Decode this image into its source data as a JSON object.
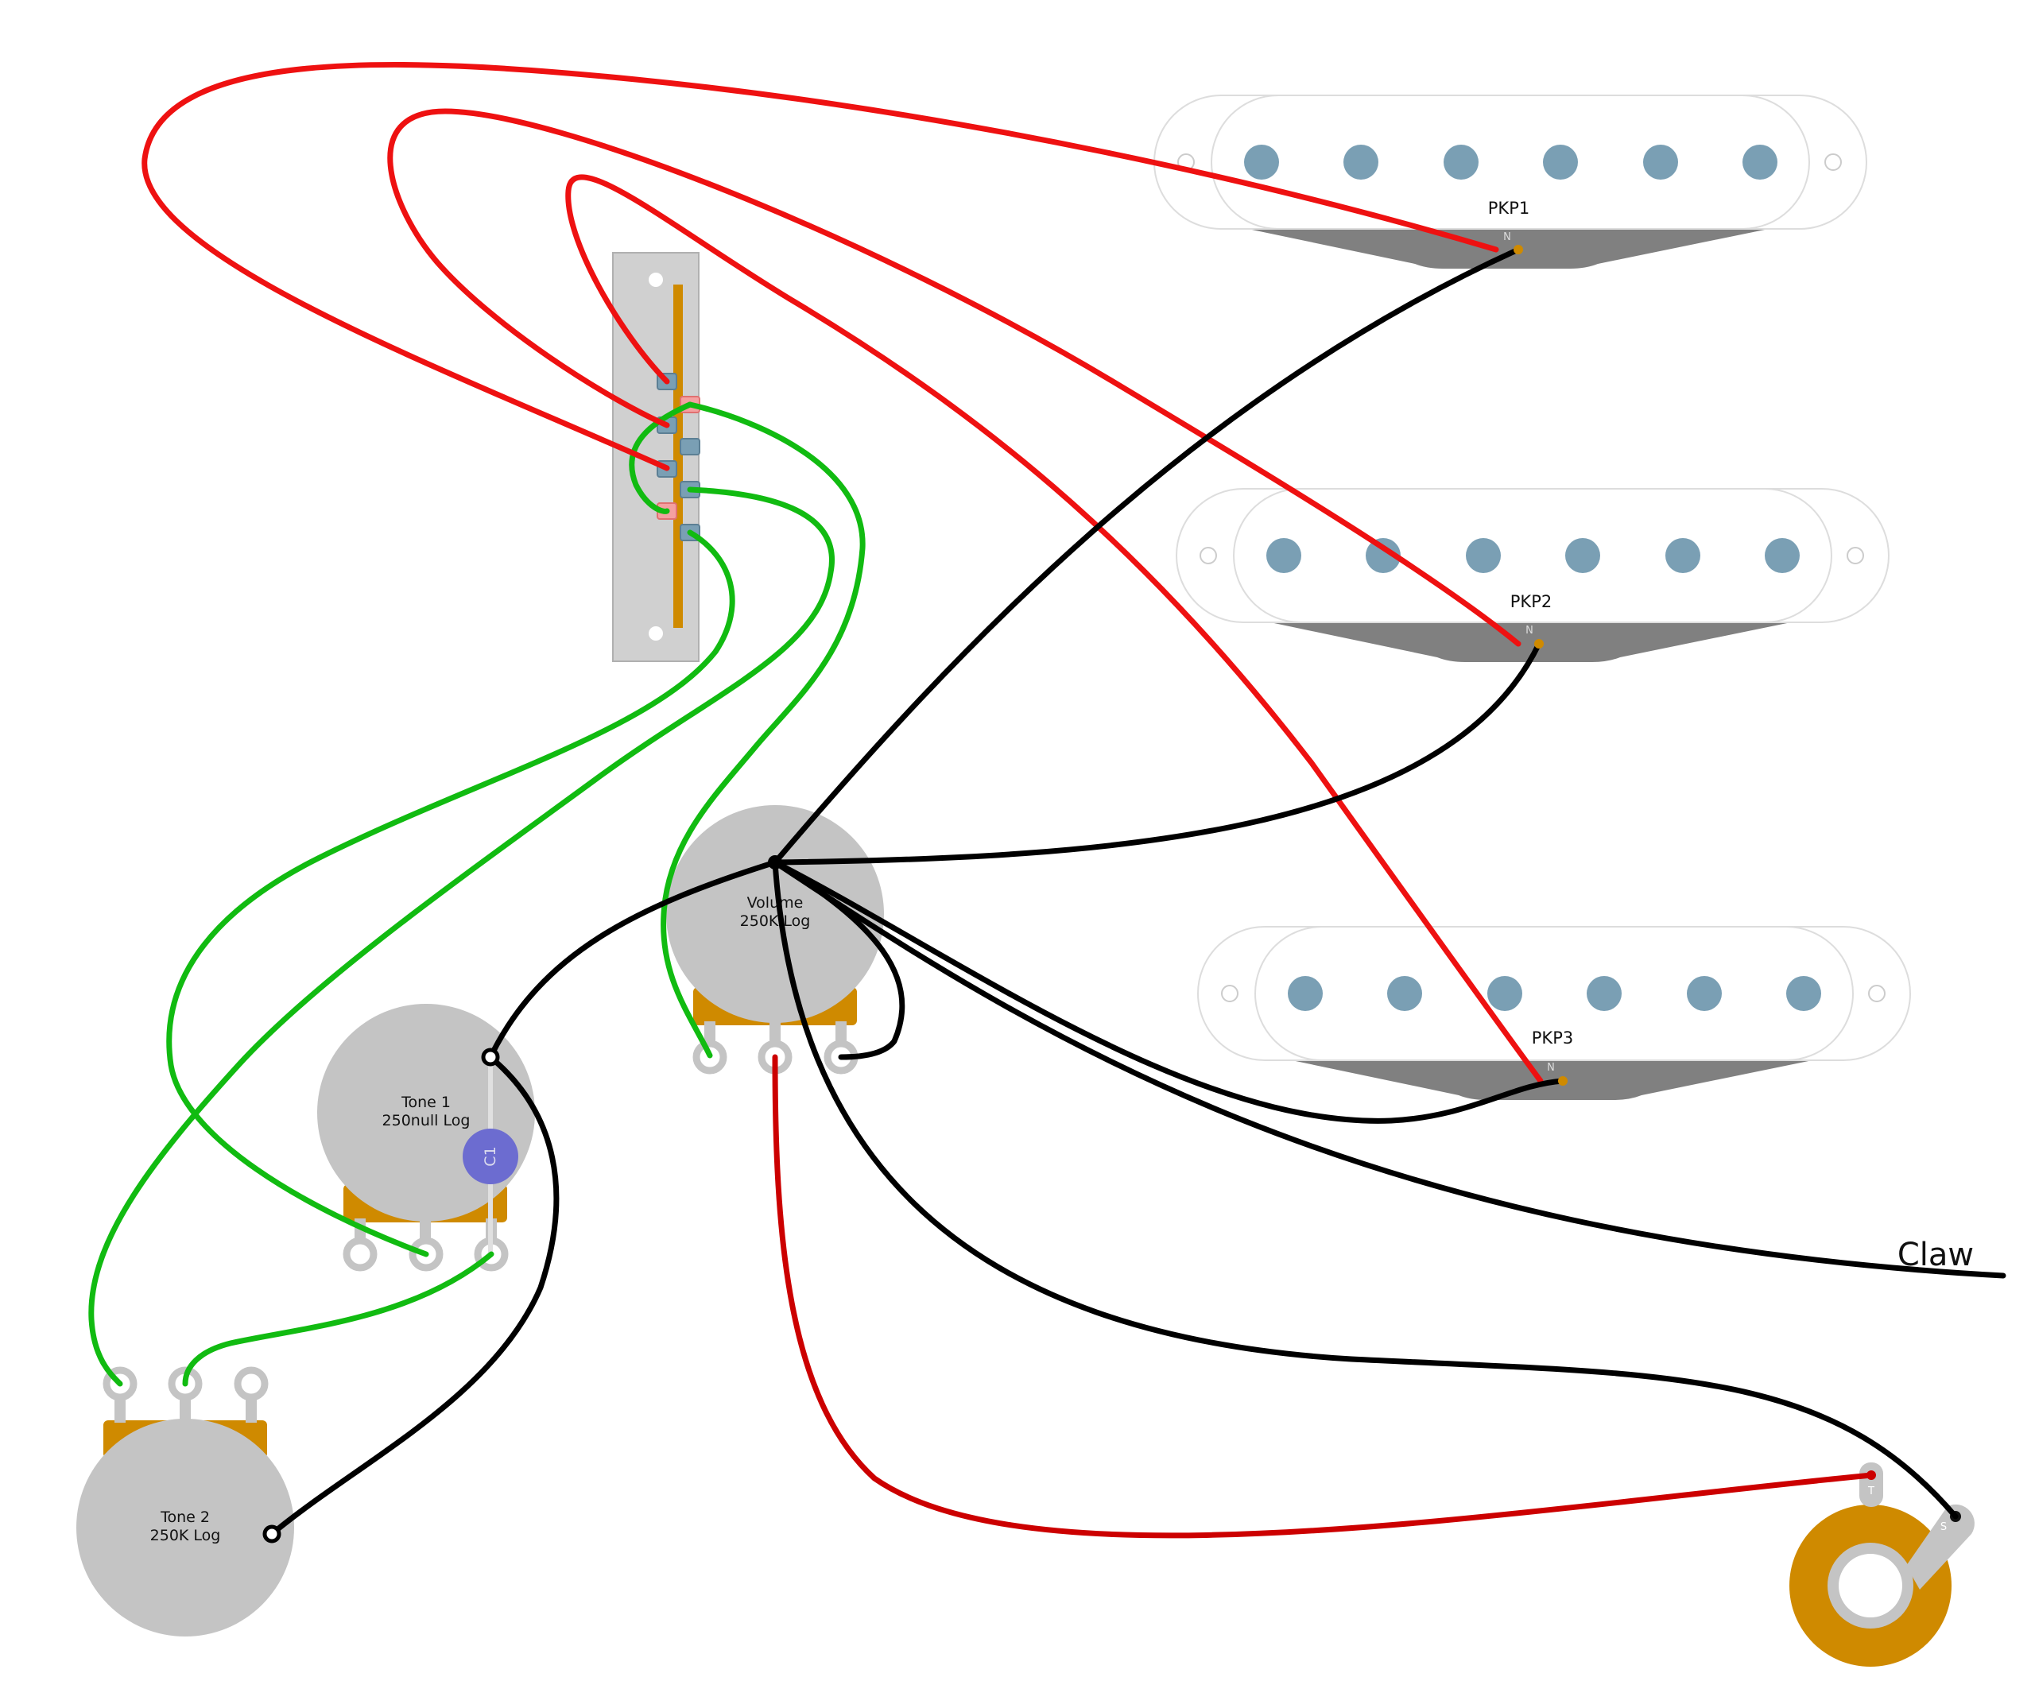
{
  "pickups": [
    {
      "label": "PKP1",
      "pole_marker": "N"
    },
    {
      "label": "PKP2",
      "pole_marker": "N"
    },
    {
      "label": "PKP3",
      "pole_marker": "N"
    }
  ],
  "pots": {
    "volume": {
      "name": "Volume",
      "value": "250K Log"
    },
    "tone1": {
      "name": "Tone 1",
      "value": "250null Log"
    },
    "tone2": {
      "name": "Tone 2",
      "value": "250K Log"
    }
  },
  "capacitor": {
    "label": "C1"
  },
  "claw": {
    "label": "Claw"
  },
  "jack": {
    "tip_label": "T",
    "sleeve_label": "S"
  },
  "colors": {
    "hot_wire": "#ee1111",
    "hot_wire_jack": "#cc0000",
    "ground_wire": "#000000",
    "switch_wire": "#11bb11",
    "pot_body": "#c4c4c4",
    "pot_base": "#cf8a00",
    "pole_piece": "#7a9fb4",
    "pickup_base": "#808080",
    "capacitor": "#6c6cd0",
    "switch_plate": "#d0d0d0"
  }
}
